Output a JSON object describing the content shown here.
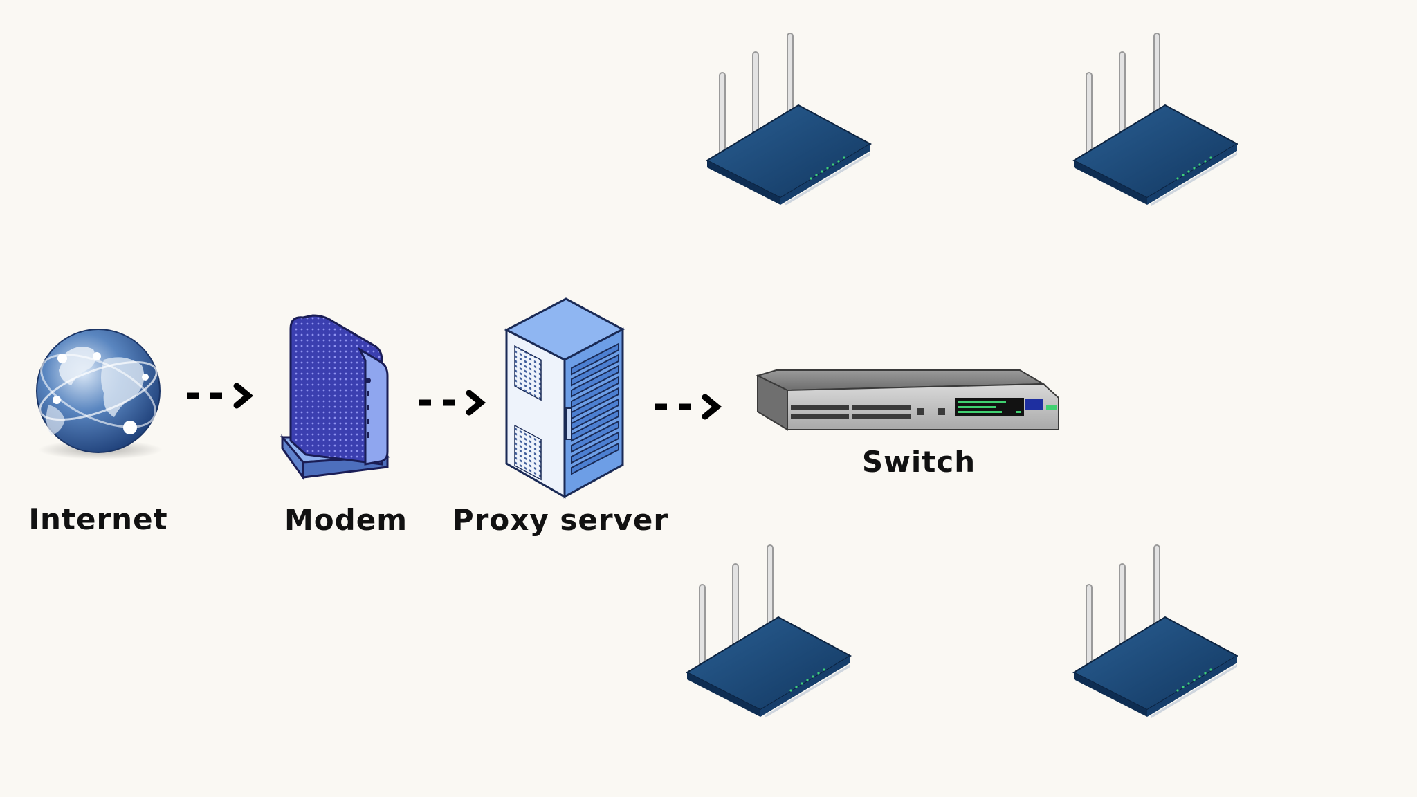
{
  "nodes": {
    "internet": {
      "label": "Internet",
      "icon": "globe-icon"
    },
    "modem": {
      "label": "Modem",
      "icon": "modem-icon"
    },
    "proxy": {
      "label": "Proxy server",
      "icon": "server-rack-icon"
    },
    "switch": {
      "label": "Switch",
      "icon": "network-switch-icon"
    },
    "routers": [
      {
        "icon": "wifi-router-icon"
      },
      {
        "icon": "wifi-router-icon"
      },
      {
        "icon": "wifi-router-icon"
      },
      {
        "icon": "wifi-router-icon"
      }
    ]
  },
  "connections": [
    {
      "from": "internet",
      "to": "modem",
      "style": "dashed-arrow"
    },
    {
      "from": "modem",
      "to": "proxy",
      "style": "dashed-arrow"
    },
    {
      "from": "proxy",
      "to": "switch",
      "style": "dashed-arrow"
    }
  ],
  "colors": {
    "background": "#faf8f3",
    "router_body": "#1b4a78",
    "modem_body": "#3b3fb0",
    "server_body": "#6d9ee6",
    "text": "#111111"
  }
}
